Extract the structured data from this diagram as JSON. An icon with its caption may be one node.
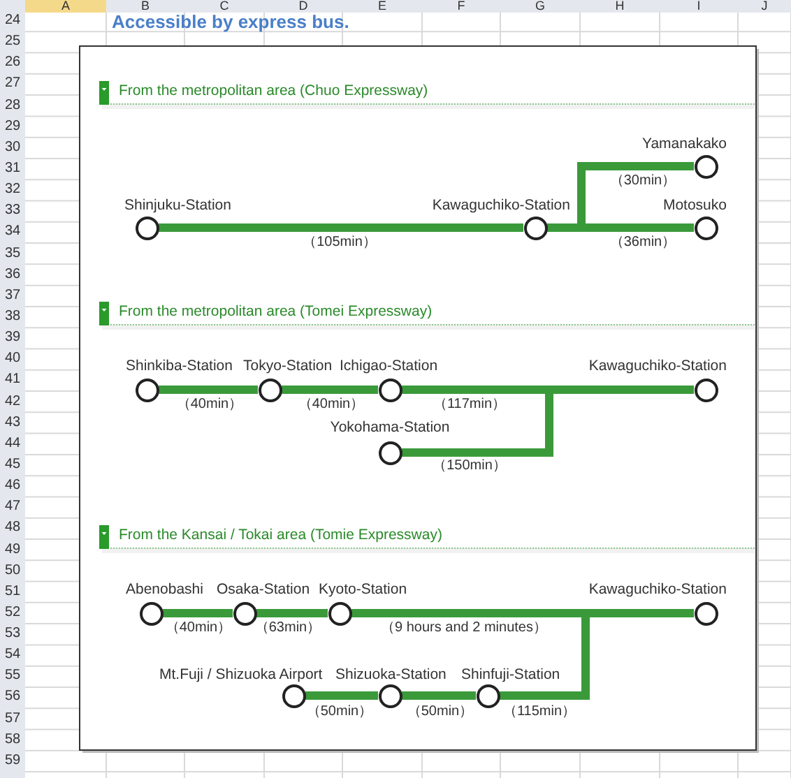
{
  "diagram": {
    "title": "Accessible by express bus.",
    "nodes": [
      {
        "text": [
          "Shinjuku-Station"
        ]
      },
      {
        "text": [
          "Kawaguchiko-Station"
        ]
      },
      {
        "text": [
          "Yamanakako"
        ]
      },
      {
        "text": [
          "Motosuko"
        ]
      },
      {
        "text": [
          "Shinkiba-Station"
        ]
      },
      {
        "text": [
          "Tokyo-Station"
        ]
      },
      {
        "text": [
          "Ichigao-Station"
        ]
      },
      {
        "text": [
          "Kawaguchiko-Station"
        ]
      },
      {
        "text": [
          "Yokohama-Station"
        ]
      },
      {
        "text": [
          "Abenobashi"
        ]
      },
      {
        "text": [
          "Osaka-Station"
        ]
      },
      {
        "text": [
          "Kyoto-Station"
        ]
      },
      {
        "text": [
          "Kawaguchiko-Station"
        ]
      },
      {
        "text": [
          "Mt.Fuji / Shizuoka Airport"
        ]
      },
      {
        "text": [
          "Shizuoka-Station"
        ]
      },
      {
        "text": [
          "Shinfuji-Station"
        ]
      }
    ],
    "edges": [
      {
        "from": 0,
        "to": 1,
        "arrow": "none",
        "label": "（105min）"
      },
      {
        "from": 1,
        "to": 2,
        "arrow": "none",
        "label": "（30min）"
      },
      {
        "from": 1,
        "to": 3,
        "arrow": "none",
        "label": "（36min）"
      },
      {
        "from": 4,
        "to": 5,
        "arrow": "none",
        "label": "（40min）"
      },
      {
        "from": 5,
        "to": 6,
        "arrow": "none",
        "label": "（40min）"
      },
      {
        "from": 6,
        "to": 7,
        "arrow": "none",
        "label": "（117min）"
      },
      {
        "from": 8,
        "to": 7,
        "arrow": "none",
        "label": "（150min）"
      },
      {
        "from": 9,
        "to": 10,
        "arrow": "none",
        "label": "（40min）"
      },
      {
        "from": 10,
        "to": 11,
        "arrow": "none",
        "label": "（63min）"
      },
      {
        "from": 11,
        "to": 12,
        "arrow": "none",
        "label": "（9 hours and 2 minutes）"
      },
      {
        "from": 13,
        "to": 14,
        "arrow": "none",
        "label": "（50min）"
      },
      {
        "from": 14,
        "to": 15,
        "arrow": "none",
        "label": "（50min）"
      },
      {
        "from": 15,
        "to": 12,
        "arrow": "none",
        "label": "（115min）"
      }
    ],
    "labels": [
      "A",
      "B",
      "C",
      "D",
      "E",
      "F",
      "G",
      "H",
      "I",
      "J",
      "24",
      "25",
      "26",
      "27",
      "28",
      "29",
      "30",
      "31",
      "32",
      "33",
      "34",
      "35",
      "36",
      "37",
      "38",
      "39",
      "40",
      "41",
      "42",
      "43",
      "44",
      "45",
      "46",
      "47",
      "48",
      "49",
      "50",
      "51",
      "52",
      "53",
      "54",
      "55",
      "56",
      "57",
      "58",
      "59",
      "From the metropolitan area (Chuo Expressway)",
      "From the metropolitan area (Tomei Expressway)",
      "From the Kansai / Tokai area (Tomie Expressway)"
    ]
  }
}
